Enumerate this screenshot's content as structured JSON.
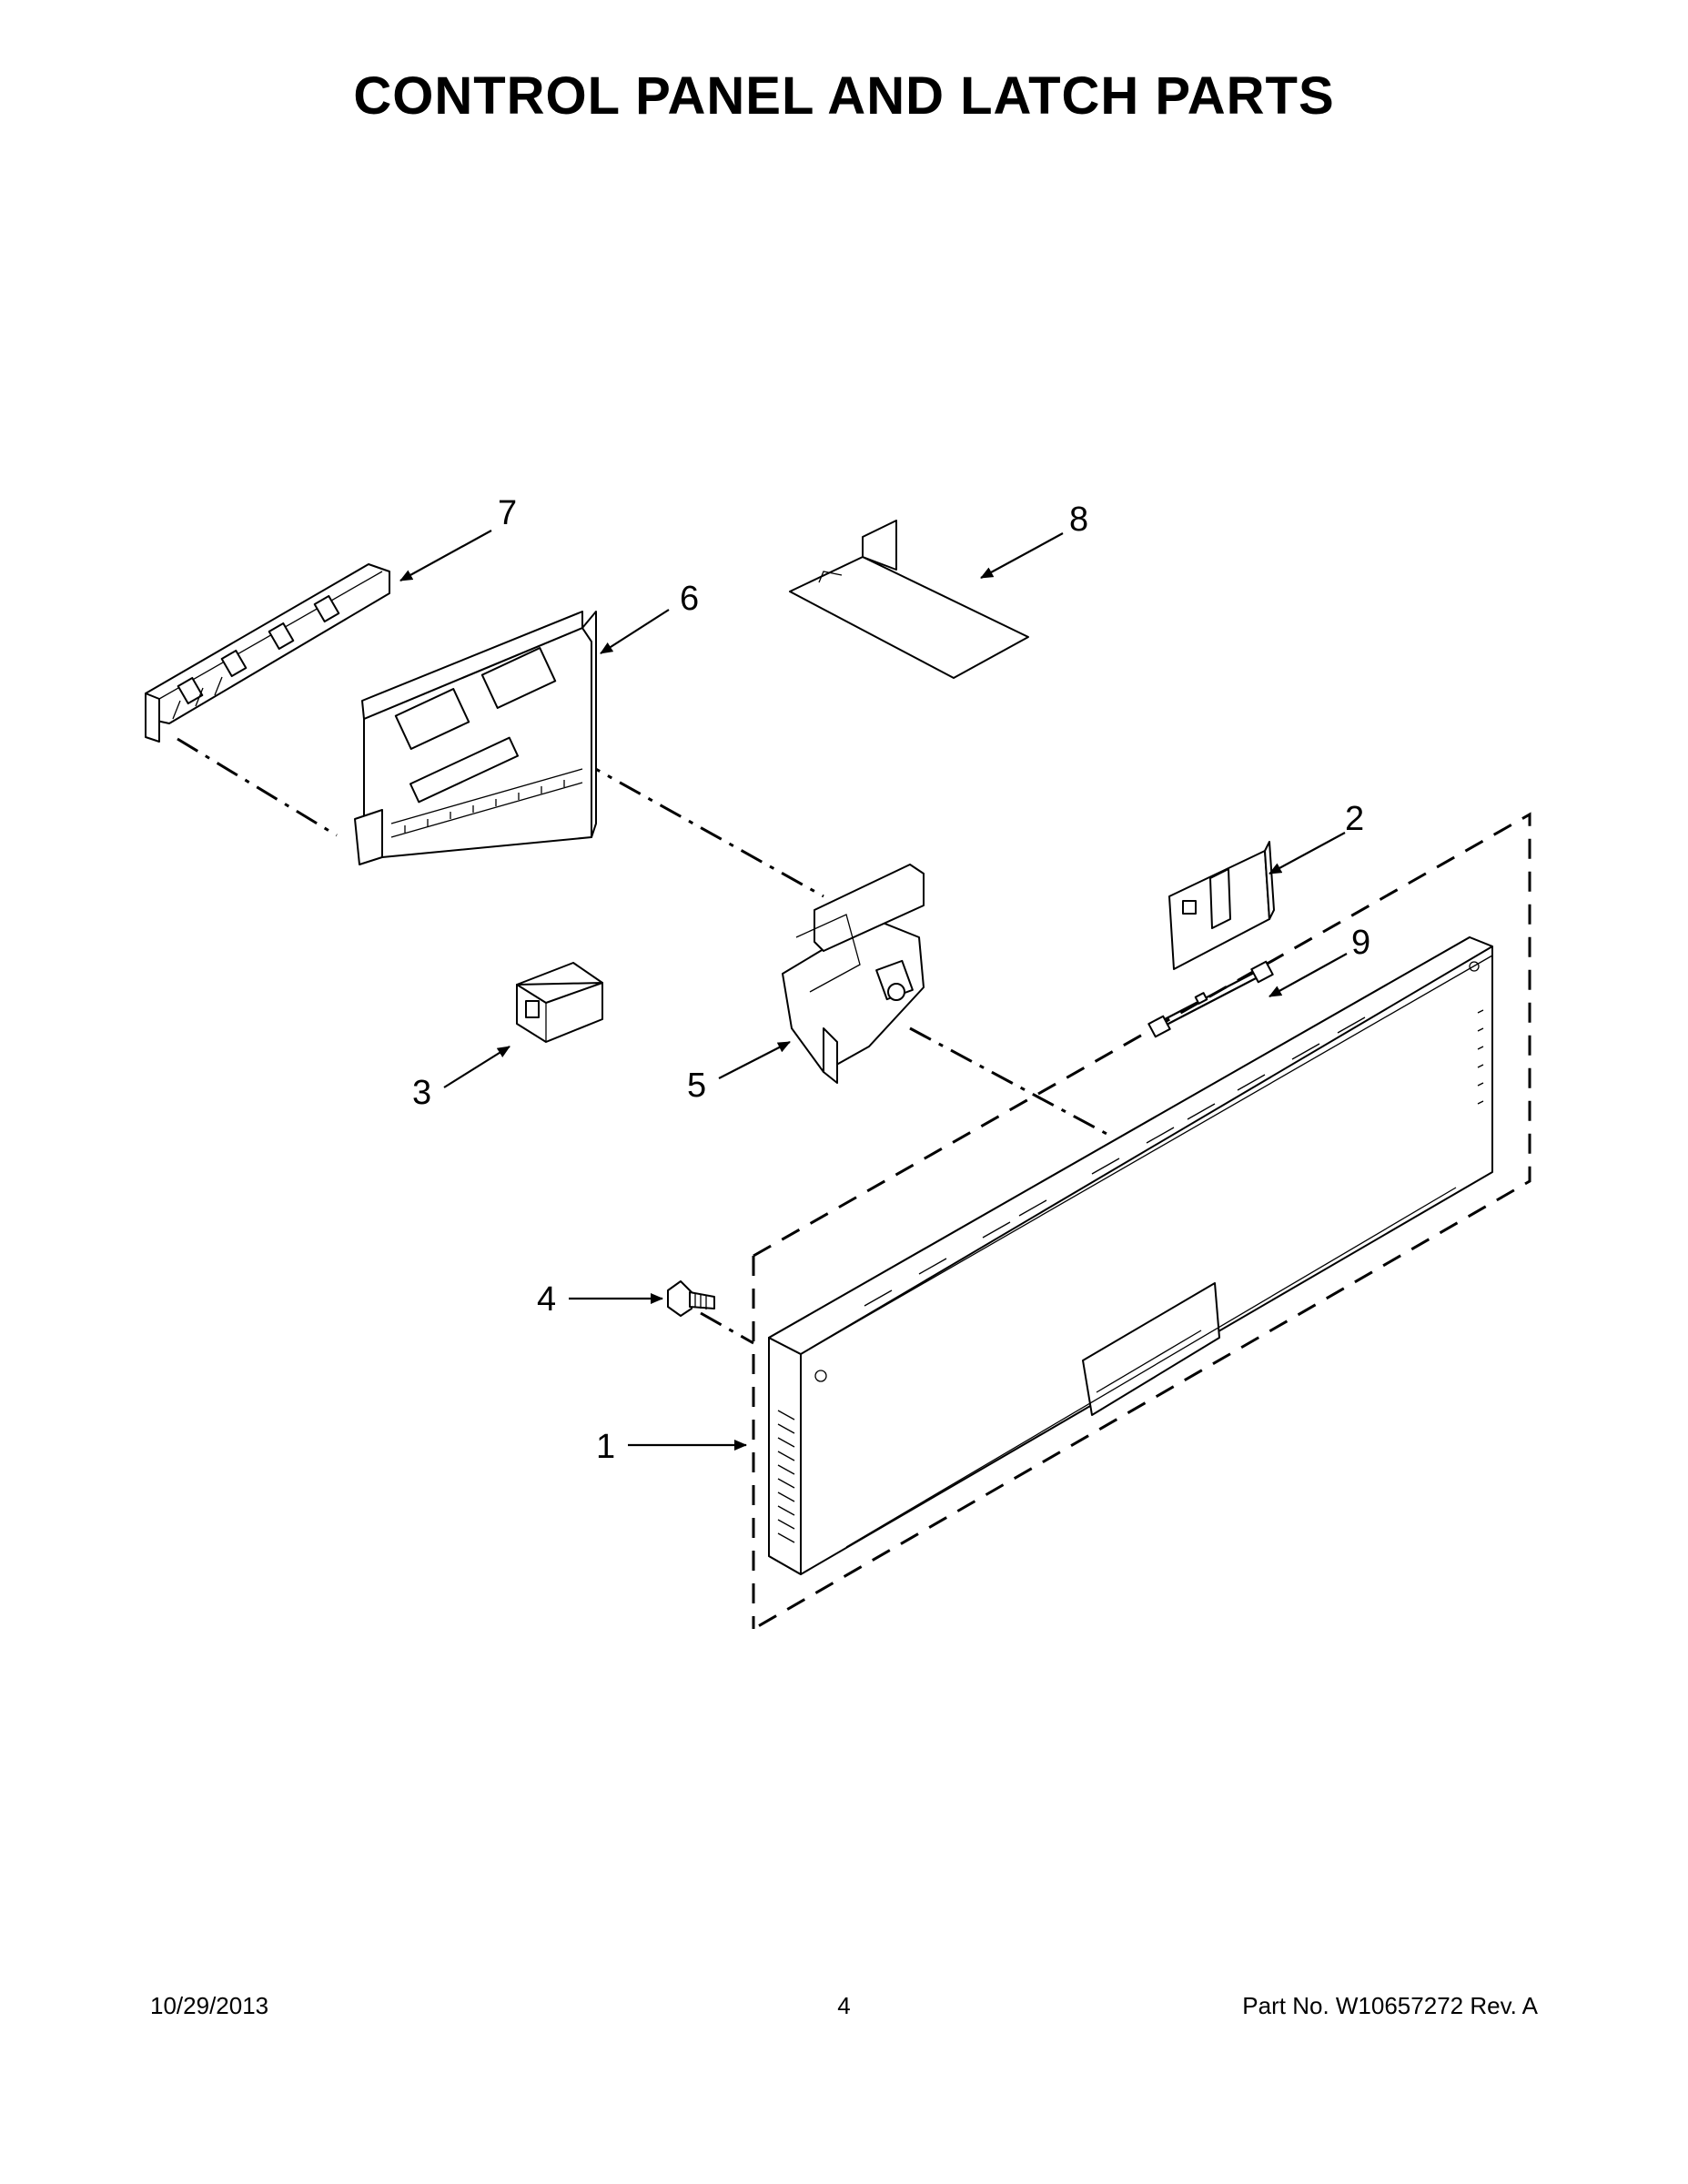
{
  "title": "CONTROL PANEL AND LATCH PARTS",
  "callouts": {
    "c1": "1",
    "c2": "2",
    "c3": "3",
    "c4": "4",
    "c5": "5",
    "c6": "6",
    "c7": "7",
    "c8": "8",
    "c9": "9"
  },
  "footer": {
    "date": "10/29/2013",
    "page": "4",
    "part_no": "Part No.  W10657272  Rev.  A"
  }
}
